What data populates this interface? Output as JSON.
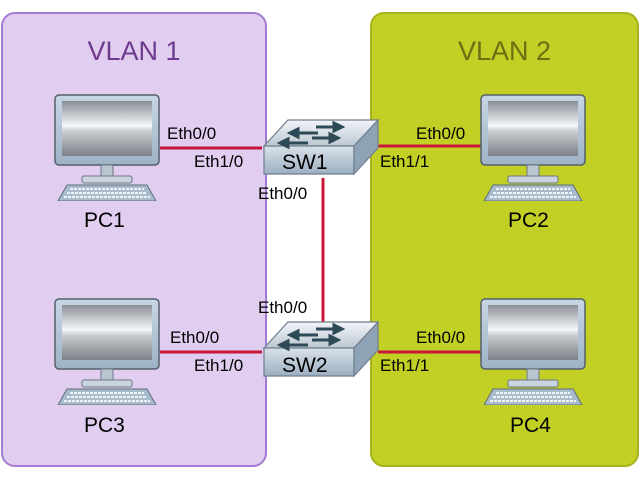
{
  "zones": [
    {
      "id": "vlan1",
      "title": "VLAN 1",
      "fill": "#e1cdef",
      "border": "#a37cd2",
      "title_color": "#6e3a8e"
    },
    {
      "id": "vlan2",
      "title": "VLAN 2",
      "fill": "#c2cf24",
      "border": "#a8b21e",
      "title_color": "#6b6f14"
    }
  ],
  "link_color": "#c8173a",
  "devices": {
    "pc1": {
      "name": "PC1",
      "type": "pc",
      "zone": "VLAN 1"
    },
    "pc2": {
      "name": "PC2",
      "type": "pc",
      "zone": "VLAN 2"
    },
    "pc3": {
      "name": "PC3",
      "type": "pc",
      "zone": "VLAN 1"
    },
    "pc4": {
      "name": "PC4",
      "type": "pc",
      "zone": "VLAN 2"
    },
    "sw1": {
      "name": "SW1",
      "type": "switch"
    },
    "sw2": {
      "name": "SW2",
      "type": "switch"
    }
  },
  "links": [
    {
      "id": "pc1-sw1",
      "a": "PC1",
      "a_port": "Eth0/0",
      "b": "SW1",
      "b_port": "Eth1/0"
    },
    {
      "id": "pc2-sw1",
      "a": "PC2",
      "a_port": "Eth0/0",
      "b": "SW1",
      "b_port": "Eth1/1"
    },
    {
      "id": "sw1-sw2",
      "a": "SW1",
      "a_port": "Eth0/0",
      "b": "SW2",
      "b_port": "Eth0/0"
    },
    {
      "id": "pc3-sw2",
      "a": "PC3",
      "a_port": "Eth0/0",
      "b": "SW2",
      "b_port": "Eth1/0"
    },
    {
      "id": "pc4-sw2",
      "a": "PC4",
      "a_port": "Eth0/0",
      "b": "SW2",
      "b_port": "Eth1/1"
    }
  ]
}
